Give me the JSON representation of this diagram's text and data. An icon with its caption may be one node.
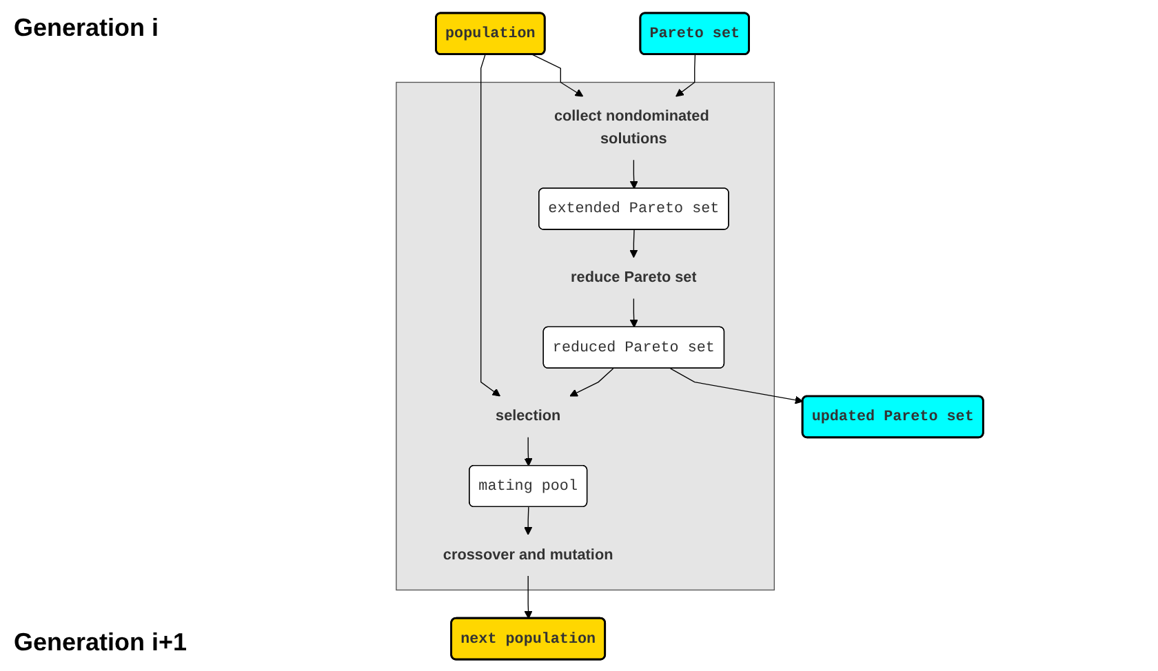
{
  "diagram": {
    "nodes": [
      {
        "text": [
          "population"
        ]
      },
      {
        "text": [
          "Pareto set"
        ]
      },
      {
        "text": [],
        "shape": "box"
      },
      {
        "text": [
          "collect nondominated solutions"
        ],
        "in": 2
      },
      {
        "text": [
          "extended Pareto set"
        ],
        "in": 2
      },
      {
        "text": [
          "reduce Pareto set"
        ],
        "in": 2
      },
      {
        "text": [
          "reduced Pareto set"
        ],
        "in": 2
      },
      {
        "text": [
          "selection"
        ],
        "in": 2
      },
      {
        "text": [
          "mating pool"
        ],
        "in": 2
      },
      {
        "text": [
          "crossover and mutation"
        ],
        "in": 2
      },
      {
        "text": [
          "next population"
        ]
      },
      {
        "text": [
          "updated Pareto set"
        ]
      }
    ],
    "edges": [
      {
        "from": 0,
        "to": 3,
        "arrow": "to"
      },
      {
        "from": 1,
        "to": 3,
        "arrow": "to"
      },
      {
        "from": 3,
        "to": 4,
        "arrow": "to"
      },
      {
        "from": 4,
        "to": 5,
        "arrow": "to"
      },
      {
        "from": 5,
        "to": 6,
        "arrow": "to"
      },
      {
        "from": 0,
        "to": 7,
        "arrow": "to"
      },
      {
        "from": 6,
        "to": 7,
        "arrow": "to"
      },
      {
        "from": 7,
        "to": 8,
        "arrow": "to"
      },
      {
        "from": 8,
        "to": 9,
        "arrow": "to"
      },
      {
        "from": 9,
        "to": 10,
        "arrow": "to"
      },
      {
        "from": 6,
        "to": 11,
        "arrow": "to"
      }
    ],
    "labels": [
      "Generation i",
      "Generation i+1"
    ]
  }
}
